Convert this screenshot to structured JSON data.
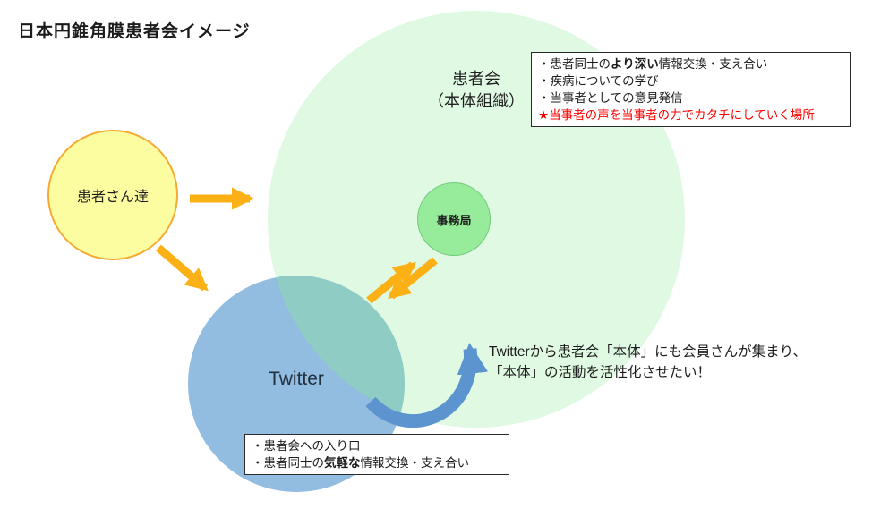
{
  "title": "日本円錐角膜患者会イメージ",
  "patients_circle": {
    "label": "患者さん達"
  },
  "association_circle": {
    "label_line1": "患者会",
    "label_line2": "（本体組織）"
  },
  "secretariat_circle": {
    "label": "事務局"
  },
  "twitter_circle": {
    "label": "Twitter"
  },
  "association_box": {
    "line1_pre": "・患者同士の",
    "line1_bold": "より深い",
    "line1_post": "情報交換・支え合い",
    "line2": "・疾病についての学び",
    "line3": "・当事者としての意見発信",
    "line4": "★当事者の声を当事者の力でカタチにしていく場所"
  },
  "twitter_box": {
    "line1": "・患者会への入り口",
    "line2_pre": "・患者同士の",
    "line2_bold": "気軽な",
    "line2_post": "情報交換・支え合い"
  },
  "annotation": {
    "line1": "Twitterから患者会「本体」にも会員さんが集まり、",
    "line2": "「本体」の活動を活性化させたい！"
  },
  "colors": {
    "association_fill": "#DFF9E2",
    "patients_fill": "#FCFCA0",
    "patients_border": "#F5AB33",
    "secretariat_fill": "#97EC9B",
    "secretariat_border": "#74C97B",
    "twitter_fill": "#92BCE0",
    "overlap_fill": "#8FCCC4",
    "orange_arrow": "#FBB116",
    "blue_arrow": "#5B94CE",
    "highlight_red": "#FF0000"
  }
}
